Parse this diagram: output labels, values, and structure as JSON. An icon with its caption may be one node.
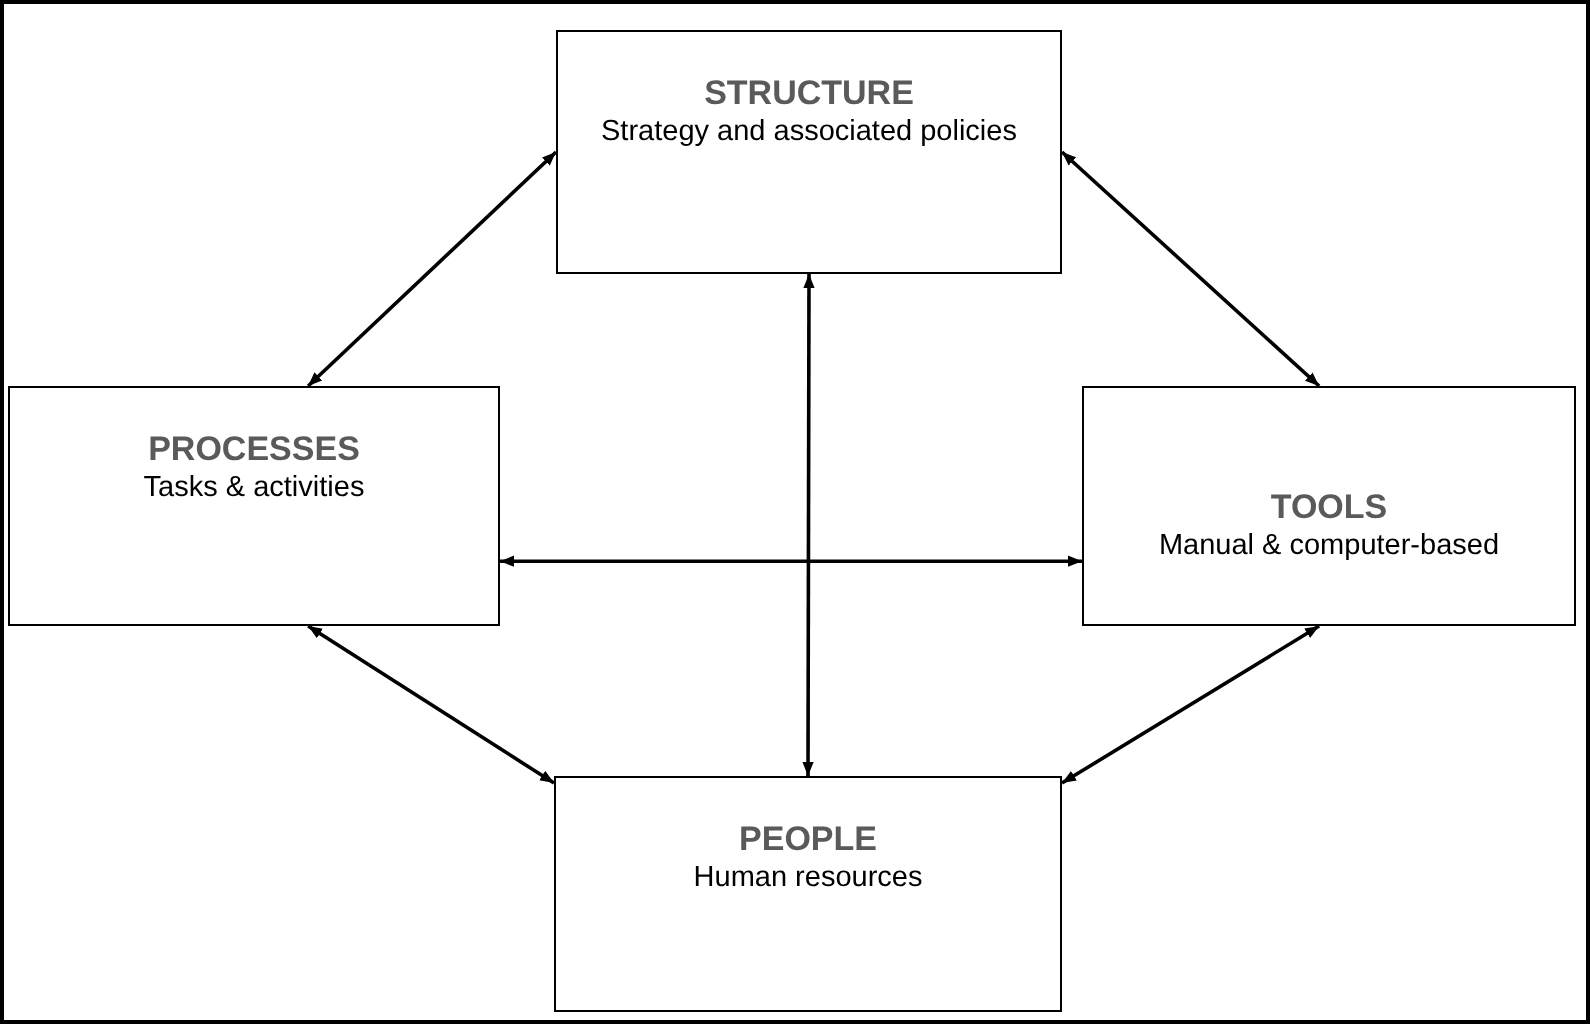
{
  "diagram": {
    "nodes": [
      {
        "text": [
          "STRUCTURE",
          "Strategy and associated policies"
        ]
      },
      {
        "text": [
          "PROCESSES",
          "Tasks & activities"
        ]
      },
      {
        "text": [
          "TOOLS",
          "Manual & computer-based"
        ]
      },
      {
        "text": [
          "PEOPLE",
          "Human resources"
        ]
      }
    ],
    "edges": [
      {
        "from": 0,
        "to": 1,
        "arrow": "both"
      },
      {
        "from": 0,
        "to": 2,
        "arrow": "both"
      },
      {
        "from": 1,
        "to": 3,
        "arrow": "both"
      },
      {
        "from": 2,
        "to": 3,
        "arrow": "both"
      },
      {
        "from": 0,
        "to": 3,
        "arrow": "both"
      },
      {
        "from": 1,
        "to": 2,
        "arrow": "both"
      }
    ]
  }
}
